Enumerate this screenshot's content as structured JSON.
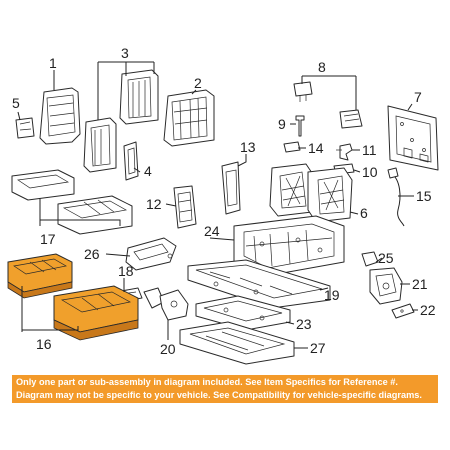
{
  "callouts": [
    "1",
    "2",
    "3",
    "4",
    "5",
    "6",
    "7",
    "8",
    "9",
    "10",
    "11",
    "12",
    "13",
    "14",
    "15",
    "16",
    "17",
    "18",
    "19",
    "20",
    "21",
    "22",
    "23",
    "24",
    "25",
    "26",
    "27"
  ],
  "notice": {
    "line1": "Only one part or sub-assembly in diagram included. See Item Specifics for Reference #.",
    "line2": "Diagram may not be specific to your vehicle. See Compatibility for vehicle-specific diagrams."
  },
  "colors": {
    "highlight": "#f0a02c",
    "notice_bg": "#f39a2a",
    "notice_text": "#ffffff"
  }
}
